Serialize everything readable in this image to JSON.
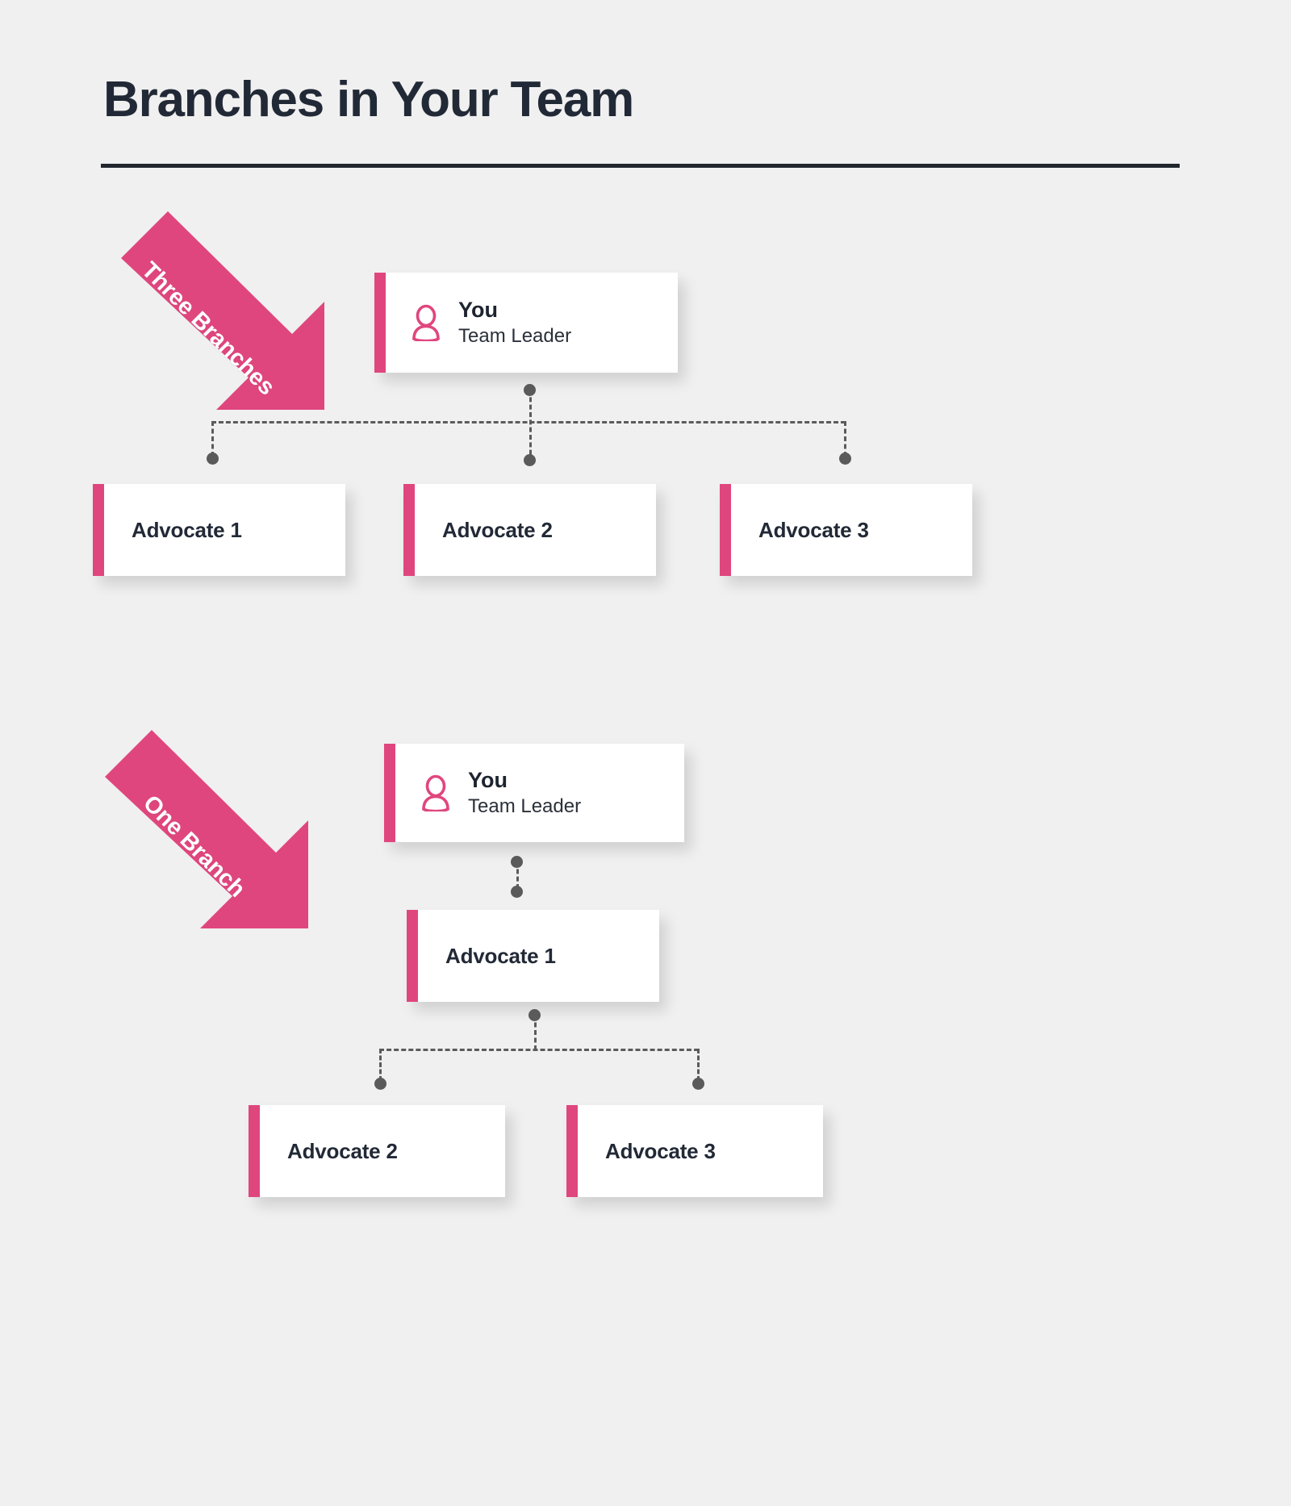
{
  "page": {
    "title": "Branches in Your Team",
    "background_color": "#f0f0f0",
    "accent_color": "#e0467e",
    "text_color": "#222936",
    "connector_color": "#5b5b5b"
  },
  "sections": [
    {
      "id": "three-branches",
      "arrow_label": "Three Branches",
      "leader": {
        "name": "You",
        "role": "Team Leader",
        "icon": "person-icon"
      },
      "children": [
        {
          "label": "Advocate 1"
        },
        {
          "label": "Advocate 2"
        },
        {
          "label": "Advocate 3"
        }
      ]
    },
    {
      "id": "one-branch",
      "arrow_label": "One Branch",
      "leader": {
        "name": "You",
        "role": "Team Leader",
        "icon": "person-icon"
      },
      "children": [
        {
          "label": "Advocate 1"
        },
        {
          "label": "Advocate 2"
        },
        {
          "label": "Advocate 3"
        }
      ]
    }
  ]
}
